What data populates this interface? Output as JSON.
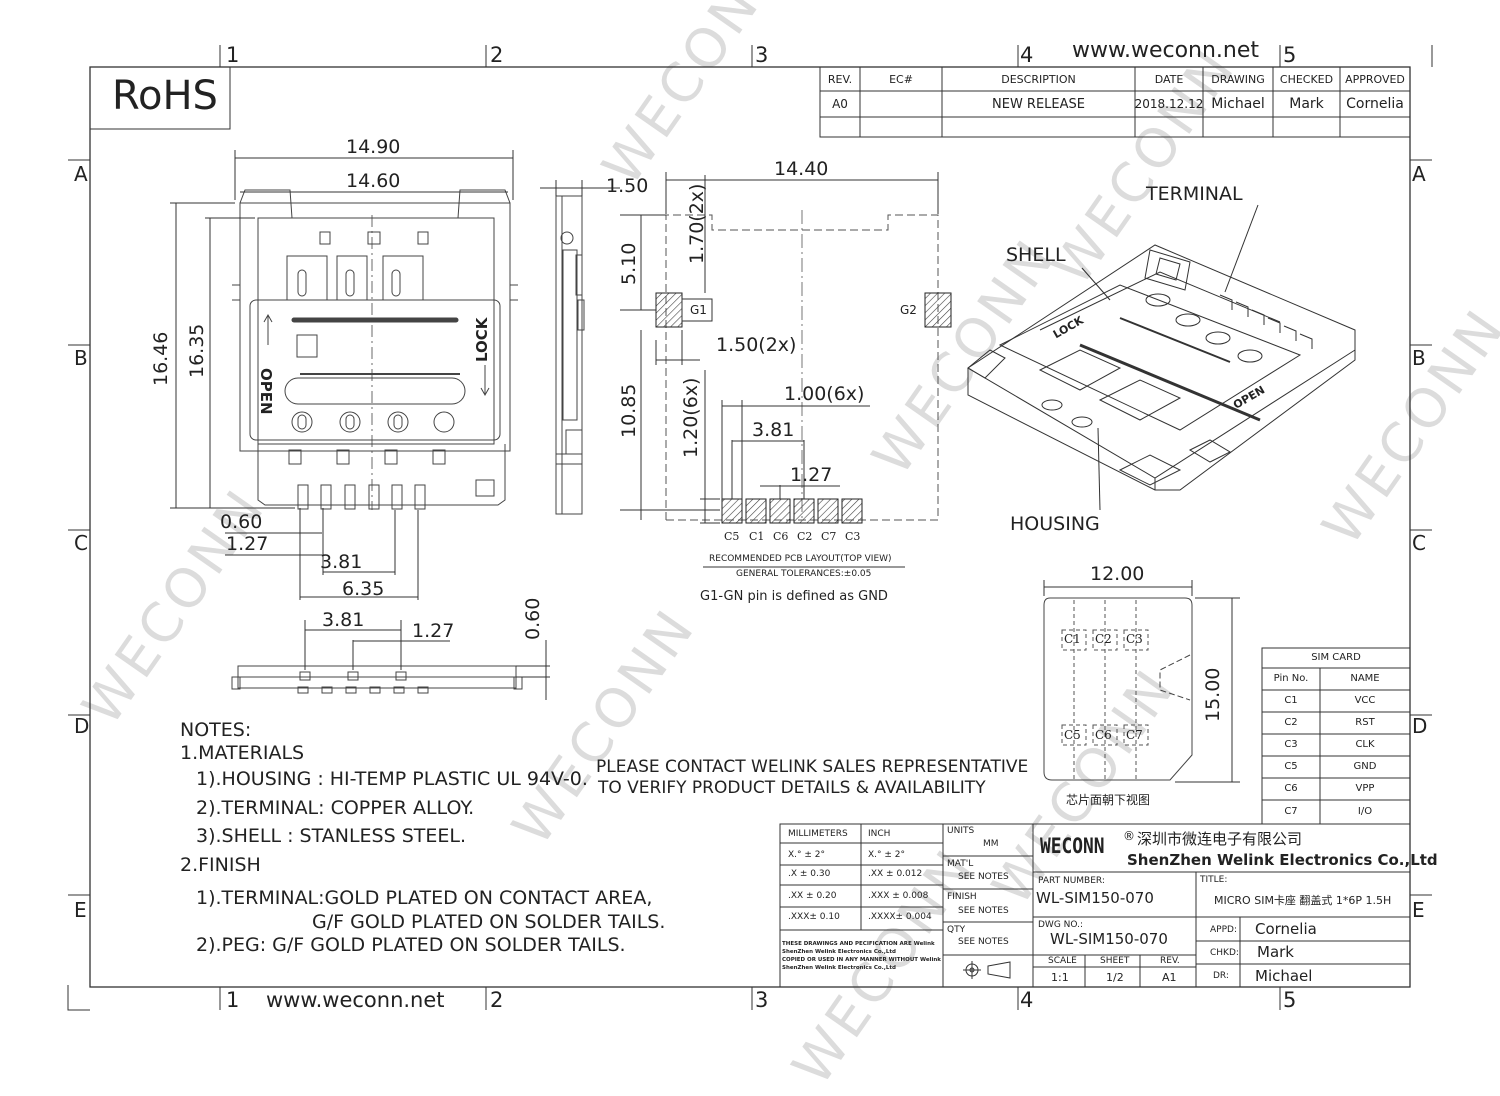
{
  "header": {
    "rohs": "RoHS",
    "website_top": "www.weconn.net",
    "website_bottom": "www.weconn.net",
    "watermark": "WECONN"
  },
  "zones": {
    "cols": [
      "1",
      "2",
      "3",
      "4",
      "5"
    ],
    "rows": [
      "A",
      "B",
      "C",
      "D",
      "E"
    ]
  },
  "revision_table": {
    "headers": [
      "REV.",
      "EC#",
      "DESCRIPTION",
      "DATE",
      "DRAWING",
      "CHECKED",
      "APPROVED"
    ],
    "row": [
      "A0",
      "",
      "NEW RELEASE",
      "2018.12.12",
      "Michael",
      "Mark",
      "Cornelia"
    ]
  },
  "top_view": {
    "dims": {
      "overall_width": "14.90",
      "inner_width": "14.60",
      "height_outer": "16.46",
      "height_inner": "16.35",
      "pitch_small": "0.60",
      "pitch": "1.27",
      "span_3": "3.81",
      "span_5": "6.35"
    },
    "labels": {
      "open": "OPEN",
      "lock": "LOCK"
    }
  },
  "side_view": {
    "thickness": "1.50"
  },
  "front_view": {
    "dims": {
      "span": "3.81",
      "pitch": "1.27",
      "height": "0.60"
    }
  },
  "pcb_layout": {
    "dims": {
      "width": "14.40",
      "g_offset": "5.10",
      "g_pad": "1.70(2x)",
      "g_width": "1.50(2x)",
      "pad_len": "1.20(6x)",
      "pad_w": "1.00(6x)",
      "span": "3.81",
      "pitch": "1.27",
      "y_dist": "10.85"
    },
    "pads": [
      "C5",
      "C1",
      "C6",
      "C2",
      "C7",
      "C3"
    ],
    "ground": [
      "G1",
      "G2"
    ],
    "caption": "RECOMMENDED PCB LAYOUT(TOP VIEW)",
    "tolerance": "GENERAL TOLERANCES:±0.05",
    "note": "G1-GN pin is defined as GND"
  },
  "iso_view": {
    "terminal": "TERMINAL",
    "shell": "SHELL",
    "housing": "HOUSING",
    "open": "OPEN",
    "lock": "LOCK"
  },
  "sim_card": {
    "width": "12.00",
    "height": "15.00",
    "top_contacts": [
      "C1",
      "C2",
      "C3"
    ],
    "bottom_contacts": [
      "C5",
      "C6",
      "C7"
    ],
    "caption": "芯片面朝下视图"
  },
  "pin_table": {
    "title": "SIM CARD",
    "headers": [
      "Pin No.",
      "NAME"
    ],
    "rows": [
      [
        "C1",
        "VCC"
      ],
      [
        "C2",
        "RST"
      ],
      [
        "C3",
        "CLK"
      ],
      [
        "C5",
        "GND"
      ],
      [
        "C6",
        "VPP"
      ],
      [
        "C7",
        "I/O"
      ]
    ]
  },
  "notes": {
    "title": "NOTES:",
    "materials": "1.MATERIALS",
    "housing": "1).HOUSING : HI-TEMP PLASTIC UL 94V-0.",
    "terminal": "2).TERMINAL: COPPER ALLOY.",
    "shell": "3).SHELL : STANLESS STEEL.",
    "finish": "2.FINISH",
    "term_finish_1": "1).TERMINAL:GOLD PLATED ON CONTACT AREA,",
    "term_finish_2": "G/F GOLD PLATED ON SOLDER TAILS.",
    "peg_finish": "2).PEG: G/F GOLD PLATED ON SOLDER TAILS."
  },
  "contact_msg": {
    "line1": "PLEASE CONTACT WELINK SALES REPRESENTATIVE",
    "line2": "TO VERIFY PRODUCT DETAILS & AVAILABILITY"
  },
  "title_block": {
    "tol_headers": [
      "MILLIMETERS",
      "INCH"
    ],
    "tol_rows": [
      [
        "X.° ± 2°",
        "X.° ± 2°"
      ],
      [
        ".X ± 0.30",
        ".XX ± 0.012"
      ],
      [
        ".XX ± 0.20",
        ".XXX ± 0.008"
      ],
      [
        ".XXX± 0.10",
        ".XXXX± 0.004"
      ]
    ],
    "legal": [
      "THESE DRAWINGS AND PECIFICATION ARE Welink",
      "ShenZhen Welink Electronics Co.,Ltd",
      "COPIED OR USED IN ANY MANNER WITHOUT Welink",
      "ShenZhen Welink Electronics Co.,Ltd"
    ],
    "units_label": "UNITS",
    "units": "MM",
    "matl_label": "MAT'L",
    "matl": "SEE NOTES",
    "finish_label": "FINISH",
    "finish": "SEE NOTES",
    "qty_label": "QTY",
    "qty": "SEE NOTES",
    "brand": "WECONN",
    "brand_reg": "®",
    "company_cn": "深圳市微连电子有限公司",
    "company_en": "ShenZhen Welink Electronics Co.,Ltd",
    "part_label": "PART NUMBER:",
    "part": "WL-SIM150-070",
    "title_label": "TITLE:",
    "title": "MICRO SIM卡座 翻盖式 1*6P 1.5H",
    "dwg_label": "DWG NO.:",
    "dwg": "WL-SIM150-070",
    "scale_label": "SCALE",
    "scale": "1:1",
    "sheet_label": "SHEET",
    "sheet": "1/2",
    "rev_label": "REV.",
    "rev": "A1",
    "appd_label": "APPD:",
    "appd": "Cornelia",
    "chkd_label": "CHKD:",
    "chkd": "Mark",
    "dr_label": "DR:",
    "dr": "Michael"
  }
}
